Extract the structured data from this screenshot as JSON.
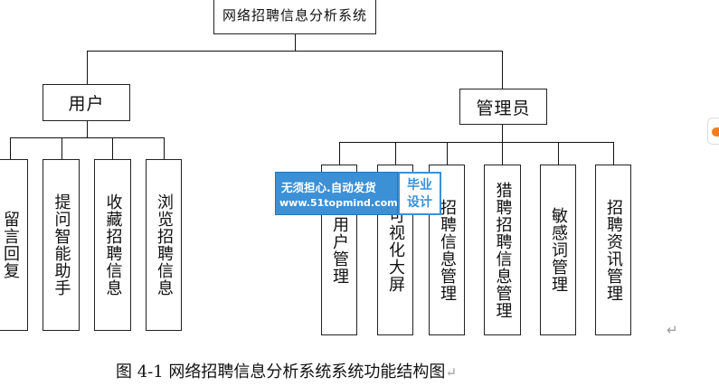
{
  "diagram": {
    "root": {
      "label": "网络招聘信息分析系统"
    },
    "user": {
      "label": "用户"
    },
    "admin": {
      "label": "管理员"
    },
    "user_modules": [
      "留言回复",
      "提问智能助手",
      "收藏招聘信息",
      "浏览招聘信息"
    ],
    "admin_modules": [
      "用户管理",
      "可视化大屏",
      "招聘信息管理",
      "猎聘招聘信息管理",
      "敏感词管理",
      "招聘资讯管理"
    ]
  },
  "caption": "图 4-1 网络招聘信息分析系统系统功能结构图",
  "watermark": {
    "line1": "无须担心.自动发货",
    "line2": "www.51topmind.com",
    "badge_line1": "毕业",
    "badge_line2": "设计"
  },
  "paragraph_mark": "↵",
  "colors": {
    "line": "#111111",
    "watermark_blue": "#3b90d6",
    "edge_tab": "#f07d1e"
  }
}
